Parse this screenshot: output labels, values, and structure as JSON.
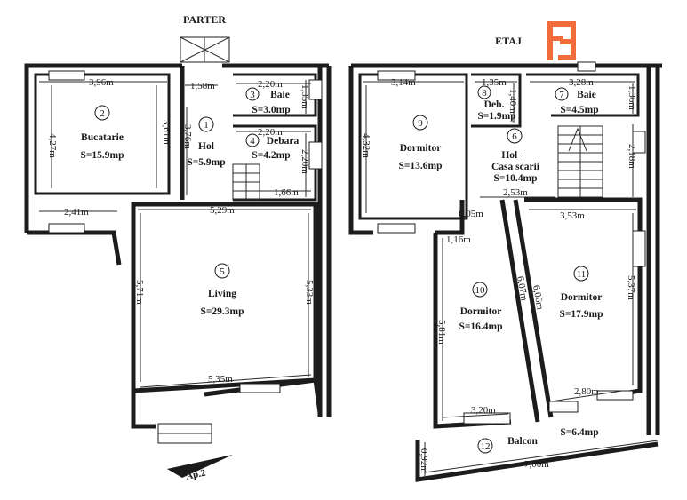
{
  "titles": {
    "ground": "PARTER",
    "upper": "ETAJ"
  },
  "logo": {
    "text": "FI",
    "color": "#f26b3a"
  },
  "arrow_label": "Ap.2",
  "rooms": [
    {
      "num": "1",
      "name": "Hol",
      "area": "S=5.9mp"
    },
    {
      "num": "2",
      "name": "Bucatarie",
      "area": "S=15.9mp"
    },
    {
      "num": "3",
      "name": "Baie",
      "area": "S=3.0mp"
    },
    {
      "num": "4",
      "name": "Debara",
      "area": "S=4.2mp"
    },
    {
      "num": "5",
      "name": "Living",
      "area": "S=29.3mp"
    },
    {
      "num": "6",
      "name": "Hol +",
      "name2": "Casa scarii",
      "area": "S=10.4mp"
    },
    {
      "num": "7",
      "name": "Baie",
      "area": "S=4.5mp"
    },
    {
      "num": "8",
      "name": "Deb.",
      "area": "S=1.9mp"
    },
    {
      "num": "9",
      "name": "Dormitor",
      "area": "S=13.6mp"
    },
    {
      "num": "10",
      "name": "Dormitor",
      "area": "S=16.4mp"
    },
    {
      "num": "11",
      "name": "Dormitor",
      "area": "S=17.9mp"
    },
    {
      "num": "12",
      "name": "Balcon",
      "area": "S=6.4mp"
    }
  ],
  "dimensions": {
    "kitchen_w": "3,96m",
    "kitchen_h_outer": "4,27m",
    "kitchen_h_inner": "3,61m",
    "kitchen_bottom": "2,41m",
    "hall_w": "1,58m",
    "hall_h": "3,76m",
    "bath_w": "2,20m",
    "bath_h": "1,35m",
    "storage_w": "2,20m",
    "storage_h": "2,20m",
    "stair_w": "1,66m",
    "living_w_top": "5,29m",
    "living_h_left": "5,71m",
    "living_h_right": "5,33m",
    "living_w_bottom": "5,35m",
    "bed9_w": "3,14m",
    "bed9_h": "4,32m",
    "deb_w": "1,35m",
    "deb_h": "1,40m",
    "bath7_w": "3,28m",
    "bath7_h": "1,36m",
    "stair_h": "2,18m",
    "hall6_w": "2,53m",
    "gap": "0,05m",
    "bed11_w": "3,53m",
    "bed10_top": "1,16m",
    "bed10_h": "5,81m",
    "bed10_diag": "6,07m",
    "bed11_diag": "6,06m",
    "bed11_h": "5,37m",
    "bed10_bottom": "3,20m",
    "bed11_bottom": "2,80m",
    "balcony_h": "0,92m",
    "balcony_w": "7,00m"
  }
}
